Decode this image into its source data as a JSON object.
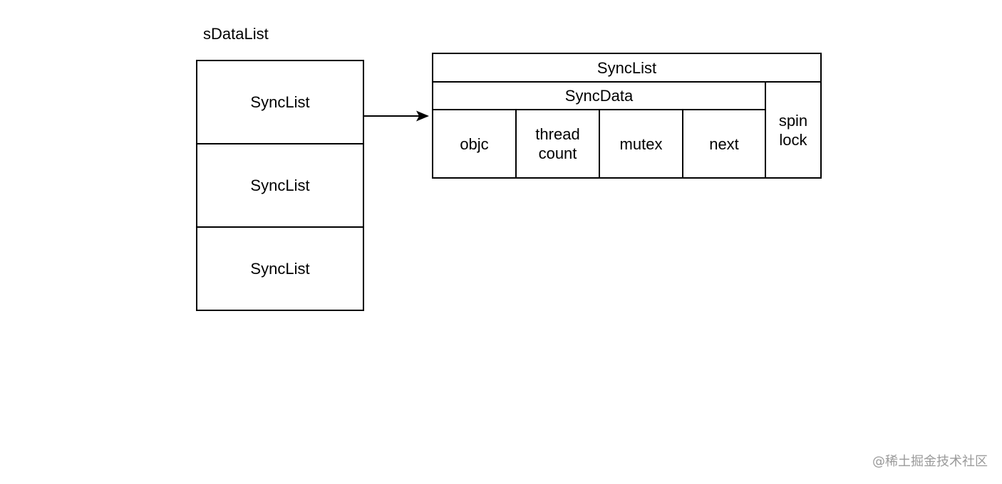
{
  "diagram": {
    "array_title": "sDataList",
    "array_items": [
      "SyncList",
      "SyncList",
      "SyncList"
    ],
    "struct": {
      "title": "SyncList",
      "data_label": "SyncData",
      "fields": [
        "objc",
        "thread\ncount",
        "mutex",
        "next"
      ],
      "lock_label": "spin\nlock"
    }
  },
  "watermark": "@稀土掘金技术社区"
}
